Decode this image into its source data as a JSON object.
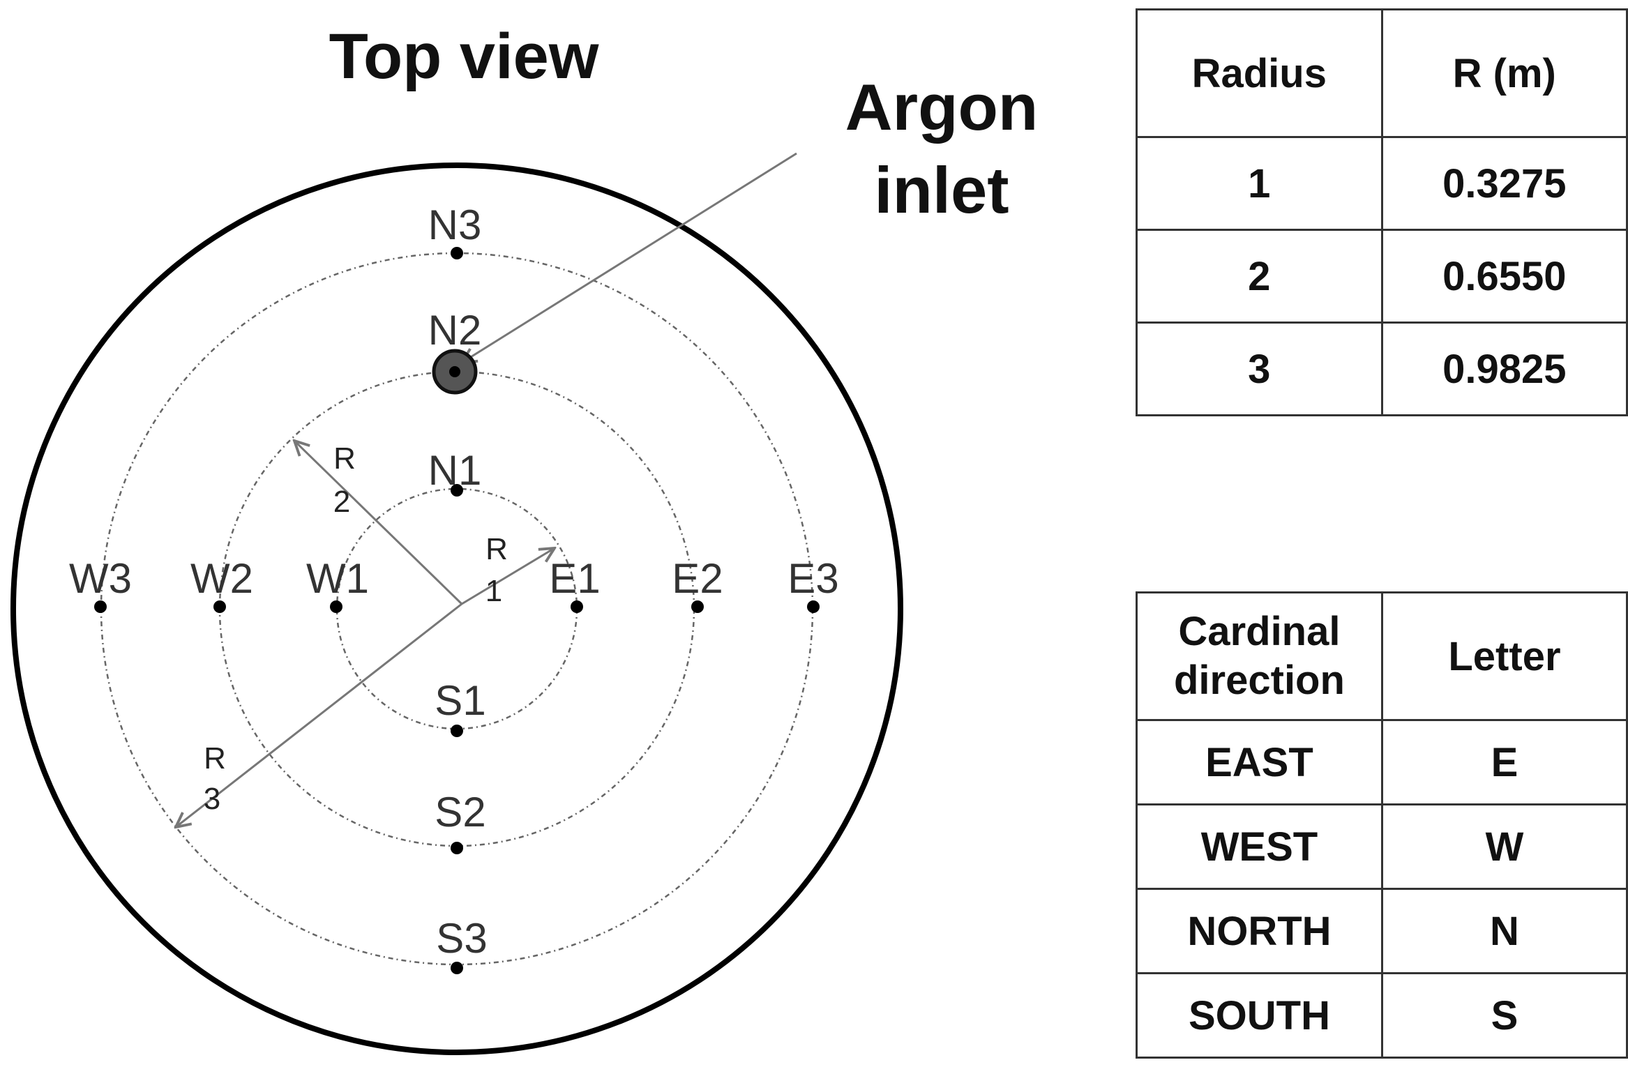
{
  "diagram": {
    "title": "Top view",
    "inlet_label": [
      "Argon",
      "inlet"
    ],
    "points": [
      {
        "id": "N3",
        "label": "N3"
      },
      {
        "id": "N2",
        "label": "N2"
      },
      {
        "id": "N1",
        "label": "N1"
      },
      {
        "id": "W3",
        "label": "W3"
      },
      {
        "id": "W2",
        "label": "W2"
      },
      {
        "id": "W1",
        "label": "W1"
      },
      {
        "id": "E1",
        "label": "E1"
      },
      {
        "id": "E2",
        "label": "E2"
      },
      {
        "id": "E3",
        "label": "E3"
      },
      {
        "id": "S1",
        "label": "S1"
      },
      {
        "id": "S2",
        "label": "S2"
      },
      {
        "id": "S3",
        "label": "S3"
      }
    ],
    "radius_arrows": [
      {
        "id": "R1",
        "letter": "R",
        "number": "1"
      },
      {
        "id": "R2",
        "letter": "R",
        "number": "2"
      },
      {
        "id": "R3",
        "letter": "R",
        "number": "3"
      }
    ]
  },
  "radius_table": {
    "headers": [
      "Radius",
      "R (m)"
    ],
    "rows": [
      [
        "1",
        "0.3275"
      ],
      [
        "2",
        "0.6550"
      ],
      [
        "3",
        "0.9825"
      ]
    ]
  },
  "direction_table": {
    "headers": [
      "Cardinal\ndirection",
      "Letter"
    ],
    "header_lines": [
      "Cardinal",
      "direction"
    ],
    "rows": [
      [
        "EAST",
        "E"
      ],
      [
        "WEST",
        "W"
      ],
      [
        "NORTH",
        "N"
      ],
      [
        "SOUTH",
        "S"
      ]
    ]
  },
  "colors": {
    "outline": "#000000",
    "dotted_ring": "#666666",
    "arrow": "#777777",
    "inlet_marker": "#555555"
  }
}
